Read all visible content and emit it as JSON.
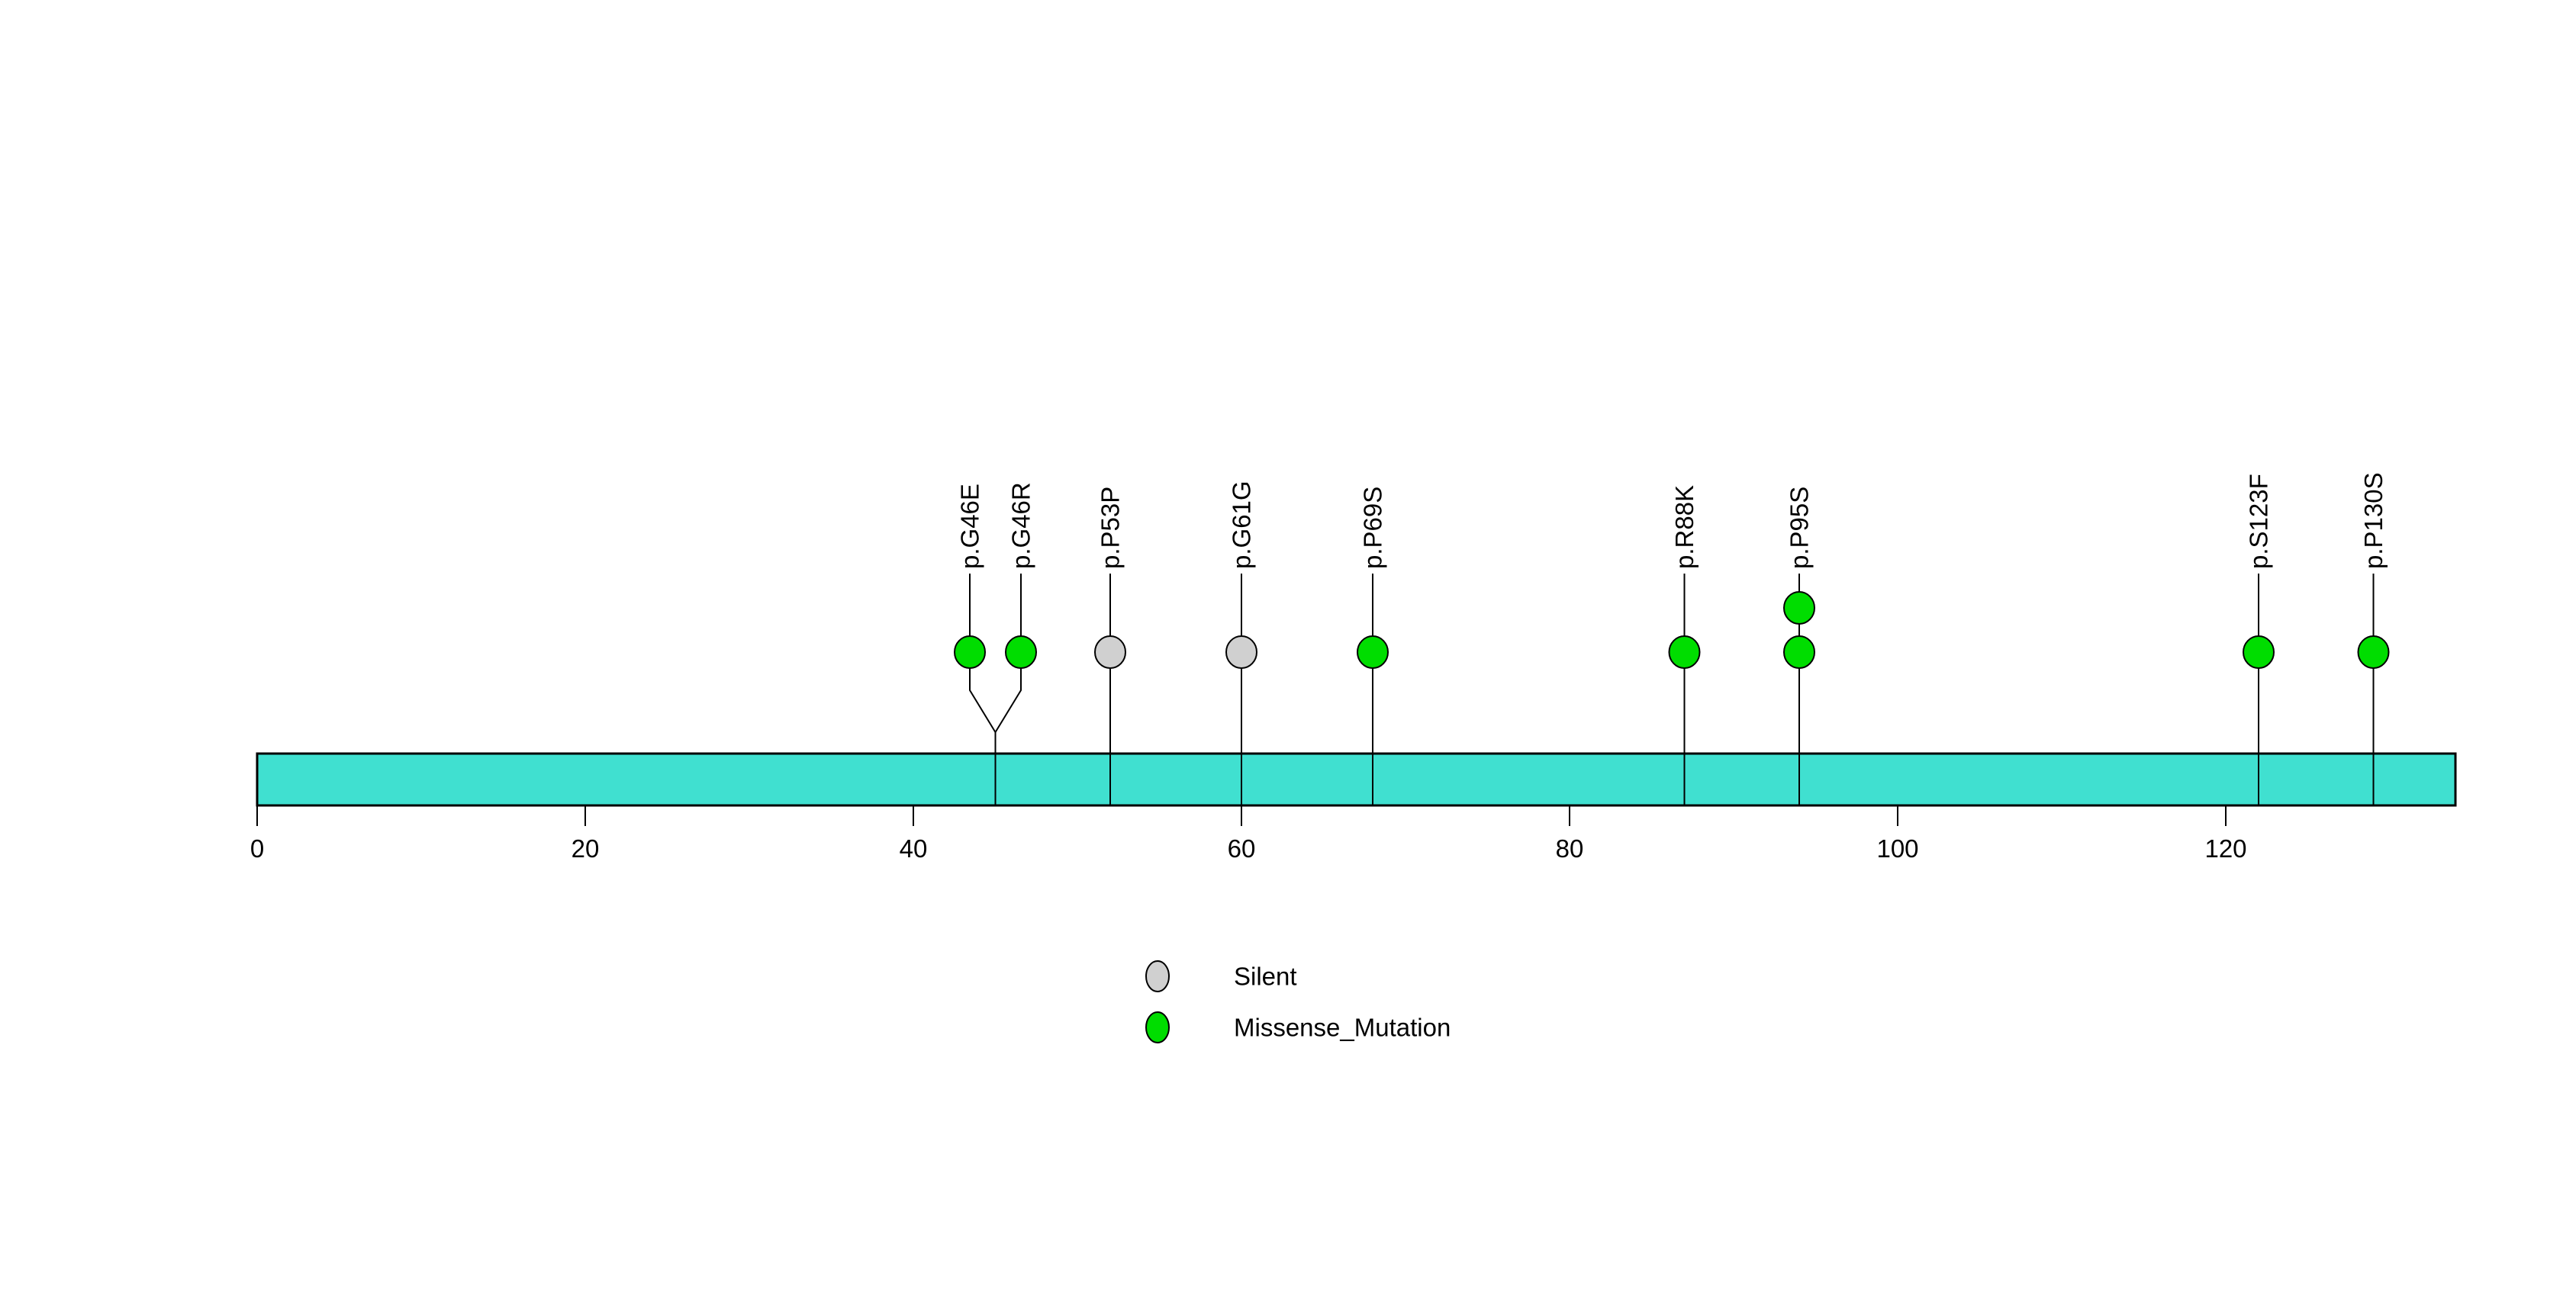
{
  "chart_data": {
    "type": "lollipop",
    "title": "",
    "xlabel": "",
    "ylabel": "",
    "xlim": [
      0,
      134
    ],
    "x_ticks": [
      0,
      20,
      40,
      60,
      80,
      100,
      120
    ],
    "grid": false,
    "background": "#FFFFFF",
    "protein_bar": {
      "start": 0,
      "end": 134,
      "fill_color": "#40E0D0",
      "border_color": "#000000"
    },
    "mutation_types": {
      "Silent": "#D0D0D0",
      "Missense_Mutation": "#00DD00"
    },
    "mutations": [
      {
        "label": "p.G46E",
        "position": 46,
        "type": "Missense_Mutation",
        "count": 1
      },
      {
        "label": "p.G46R",
        "position": 46,
        "type": "Missense_Mutation",
        "count": 1
      },
      {
        "label": "p.P53P",
        "position": 53,
        "type": "Silent",
        "count": 1
      },
      {
        "label": "p.G61G",
        "position": 61,
        "type": "Silent",
        "count": 1
      },
      {
        "label": "p.P69S",
        "position": 69,
        "type": "Missense_Mutation",
        "count": 1
      },
      {
        "label": "p.R88K",
        "position": 88,
        "type": "Missense_Mutation",
        "count": 1
      },
      {
        "label": "p.P95S",
        "position": 95,
        "type": "Missense_Mutation",
        "count": 2
      },
      {
        "label": "p.S123F",
        "position": 123,
        "type": "Missense_Mutation",
        "count": 1
      },
      {
        "label": "p.P130S",
        "position": 130,
        "type": "Missense_Mutation",
        "count": 1
      }
    ],
    "legend": [
      {
        "label": "Silent",
        "color": "#D0D0D0"
      },
      {
        "label": "Missense_Mutation",
        "color": "#00DD00"
      }
    ],
    "legend_position": "bottom-center",
    "marker_border_color": "#000000",
    "stem_color": "#000000",
    "axis_text_color": "#000000"
  }
}
